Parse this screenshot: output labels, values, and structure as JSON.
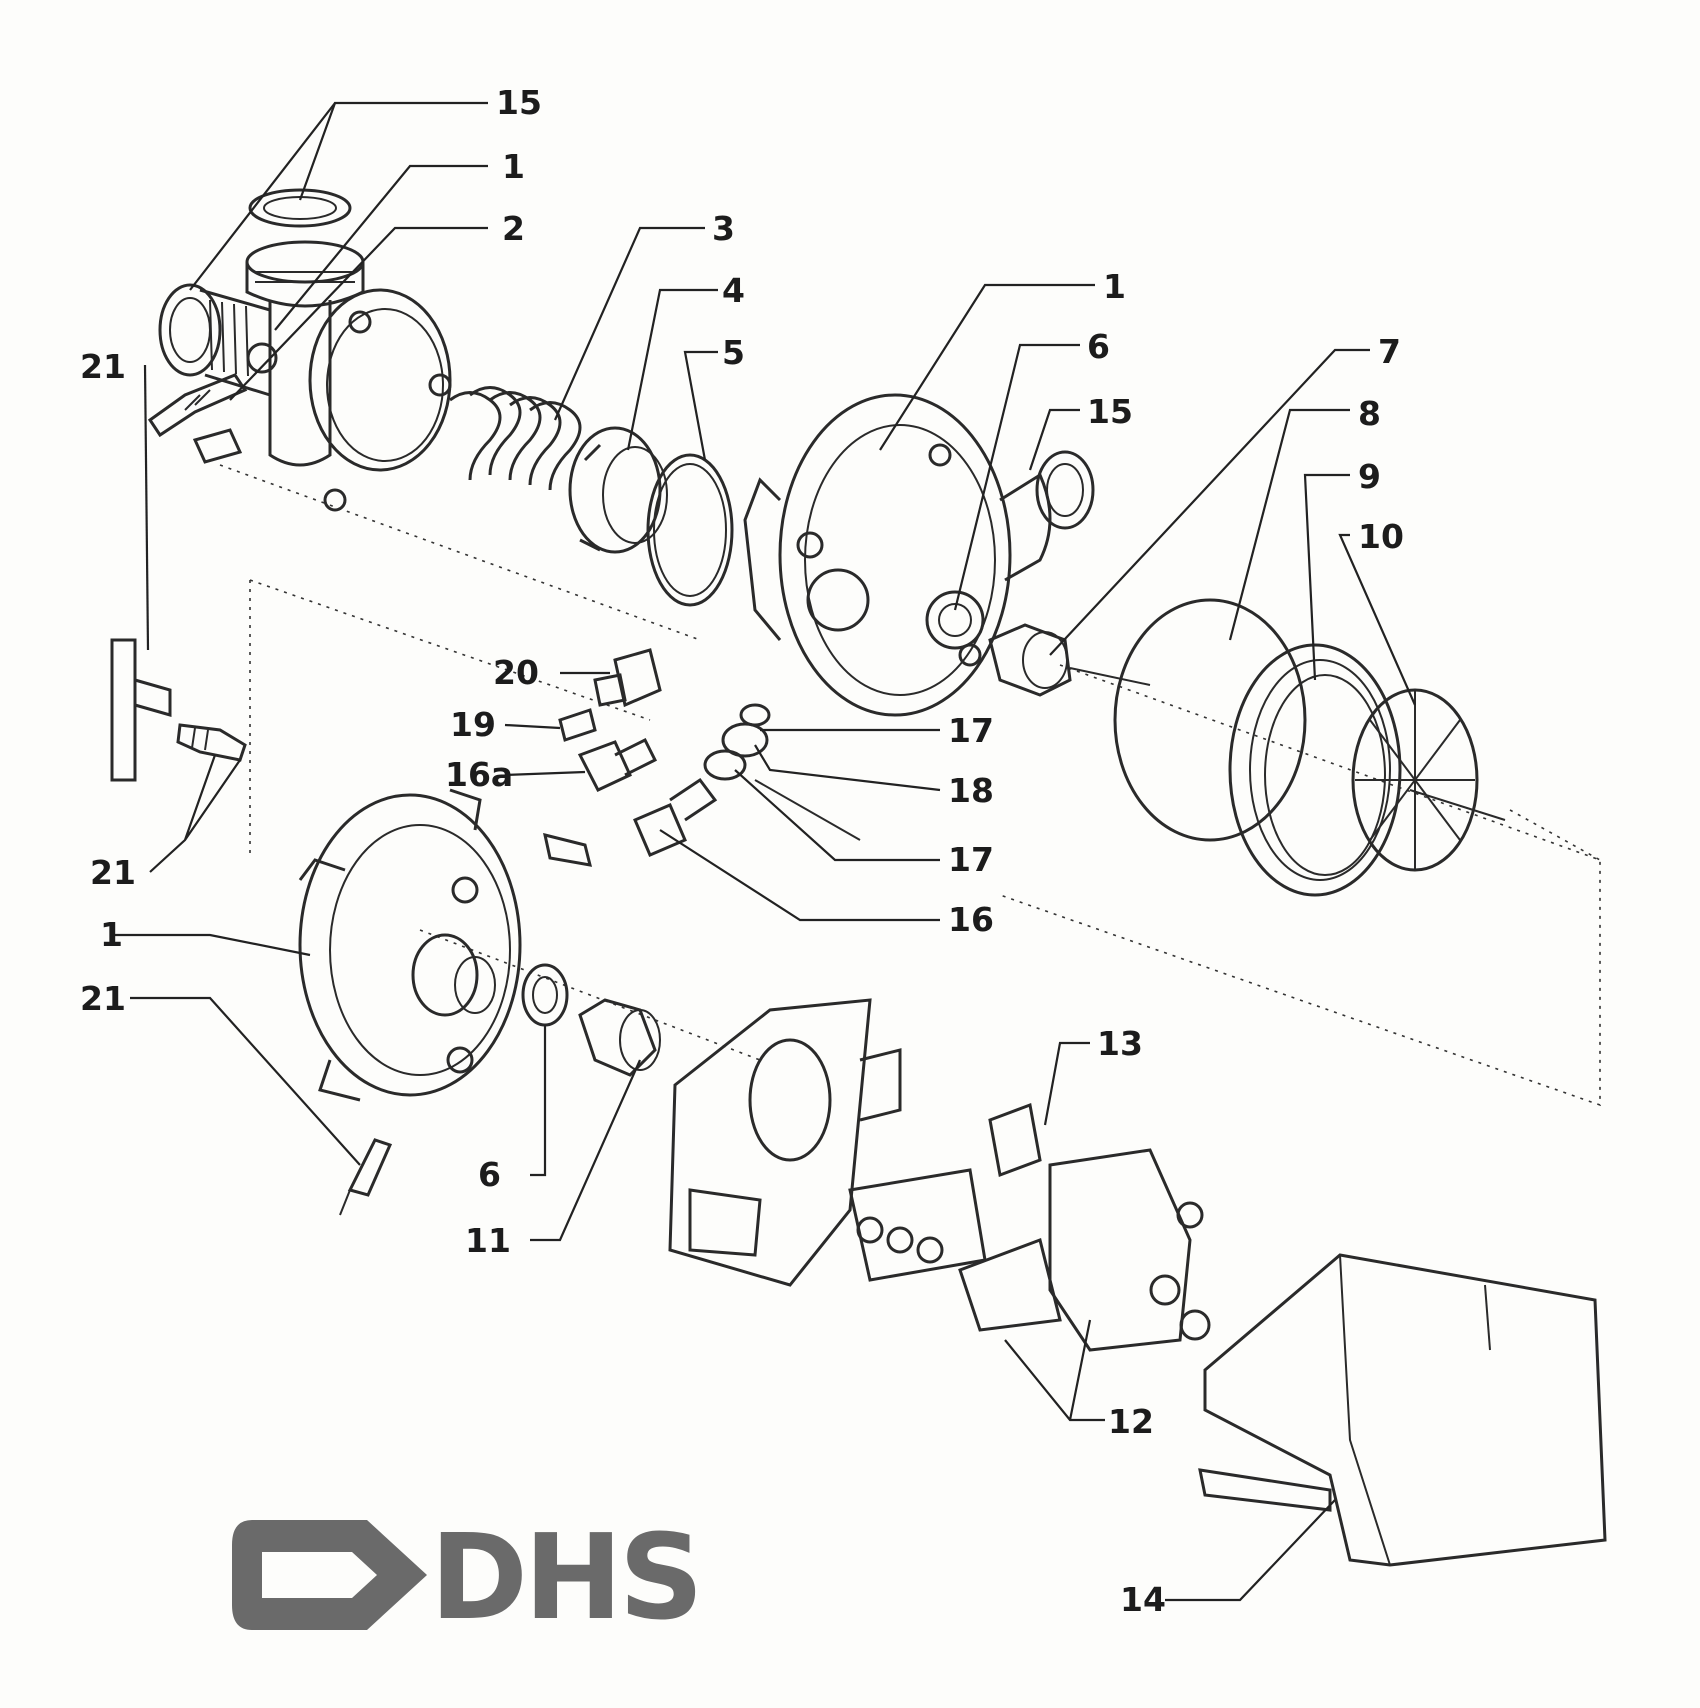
{
  "labels": {
    "l15a": "15",
    "l1a": "1",
    "l2": "2",
    "l3": "3",
    "l4": "4",
    "l5": "5",
    "l1b": "1",
    "l6a": "6",
    "l15b": "15",
    "l7": "7",
    "l8": "8",
    "l9": "9",
    "l10": "10",
    "l21a": "21",
    "l20": "20",
    "l19": "19",
    "l16a": "16a",
    "l17a": "17",
    "l18": "18",
    "l17b": "17",
    "l16": "16",
    "l21b": "21",
    "l1c": "1",
    "l21c": "21",
    "l13": "13",
    "l6b": "6",
    "l11": "11",
    "l12": "12",
    "l14": "14"
  },
  "logo": {
    "text": "DHS",
    "color": "#6a6a6a"
  },
  "colors": {
    "ink": "#2a2a2a",
    "paper": "#fdfdfb"
  }
}
